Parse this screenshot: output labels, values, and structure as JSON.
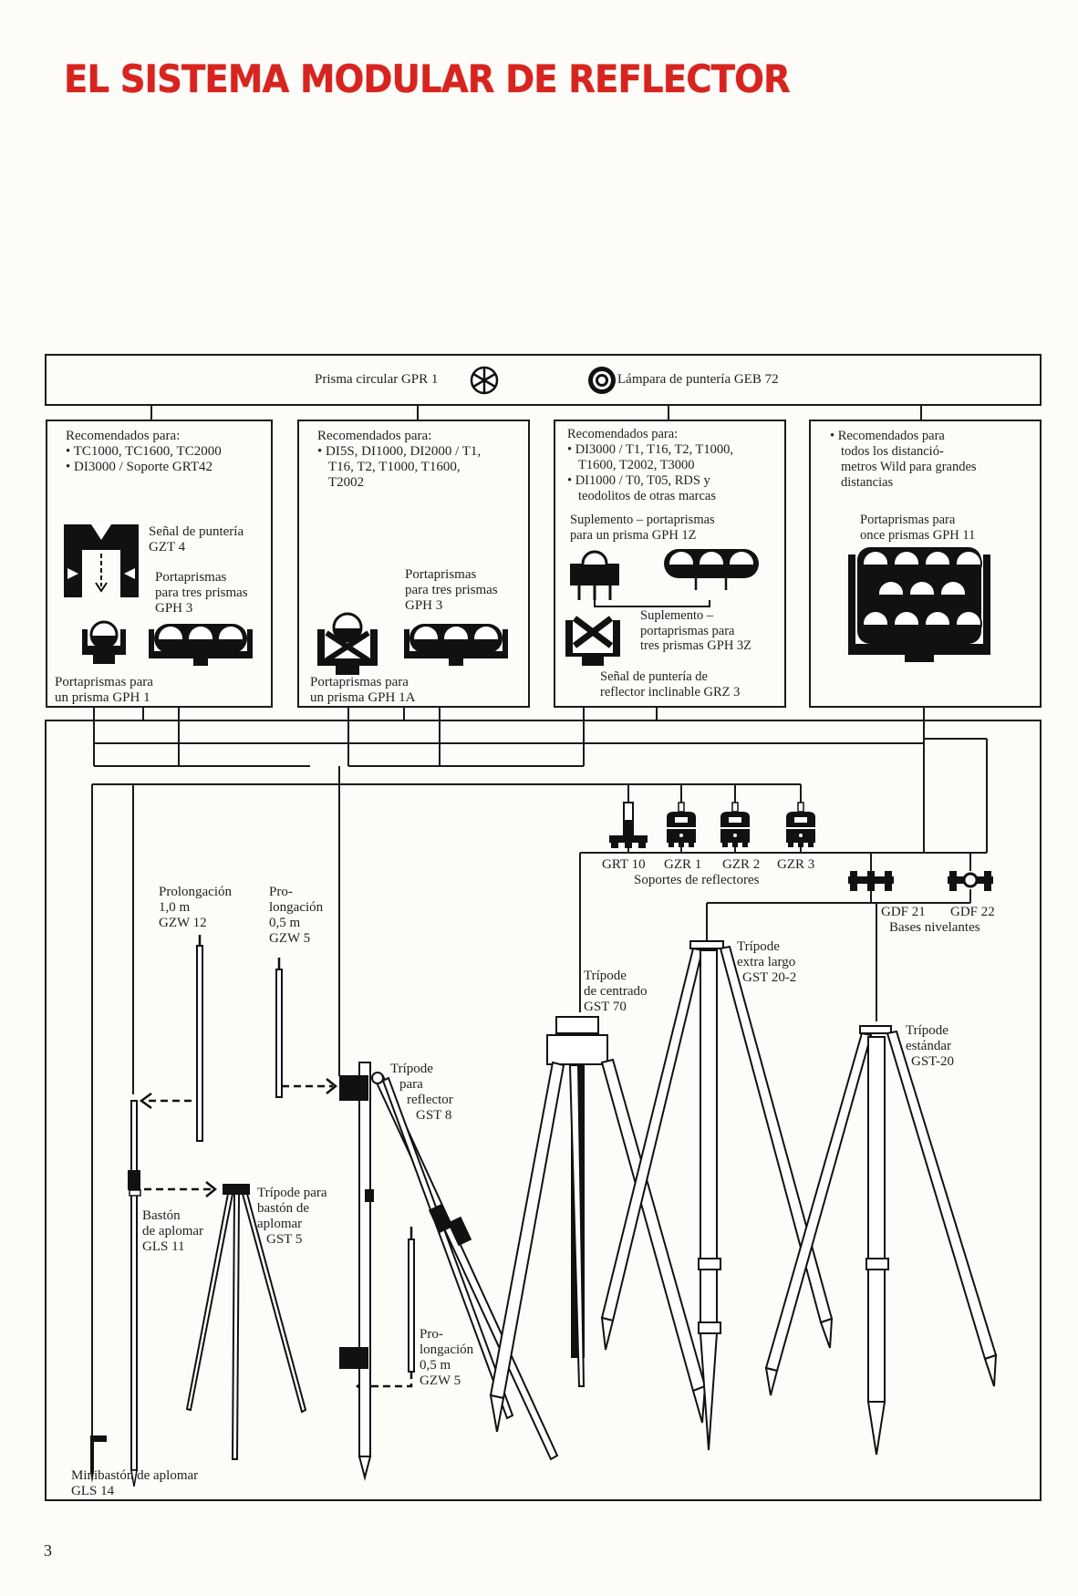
{
  "page": {
    "title": "EL SISTEMA MODULAR DE REFLECTOR",
    "page_number": "3",
    "accent_color": "#d8241e"
  },
  "top_bar": {
    "prism": {
      "label": "Prisma circular GPR 1",
      "icon": "circular-prism-icon"
    },
    "lamp": {
      "label": "Lámpara de puntería GEB 72",
      "icon": "aiming-lamp-icon"
    }
  },
  "boxes": [
    {
      "heading": "Recomendados para:",
      "bullets": [
        "TC1000, TC1600, TC2000",
        "DI3000 / Soporte GRT42"
      ],
      "items": [
        {
          "label_lines": [
            "Señal de puntería",
            "GZT 4"
          ],
          "icon": "target-plate-icon"
        },
        {
          "label_lines": [
            "Portaprismas",
            "para tres prismas",
            "GPH 3"
          ],
          "icon": "triple-prism-holder-icon"
        },
        {
          "label_lines": [
            "Portaprismas para",
            "un prisma GPH 1"
          ],
          "icon": "single-prism-holder-icon"
        }
      ]
    },
    {
      "heading": "Recomendados para:",
      "bullets": [
        "DI5S, DI1000, DI2000 / T1,",
        "T16, T2, T1000, T1600,",
        "T2002"
      ],
      "items": [
        {
          "label_lines": [
            "Portaprismas",
            "para tres prismas",
            "GPH 3"
          ],
          "icon": "triple-prism-holder-icon"
        },
        {
          "label_lines": [
            "Portaprismas para",
            "un prisma GPH 1A"
          ],
          "icon": "single-prism-holder-icon"
        }
      ]
    },
    {
      "heading": "Recomendados para:",
      "bullets": [
        "DI3000 / T1, T16, T2, T1000,",
        "T1600, T2002, T3000",
        "DI1000 / T0, T05, RDS y",
        "teodolitos de otras marcas"
      ],
      "items": [
        {
          "label_lines": [
            "Suplemento – portaprismas",
            "para un prisma GPH 1Z"
          ],
          "icon": "single-prism-supplement-icon"
        },
        {
          "label_lines": [
            "Suplemento –",
            "portaprismas para",
            "tres prismas GPH 3Z"
          ],
          "icon": "triple-prism-supplement-icon"
        },
        {
          "label_lines": [
            "Señal de puntería de",
            "reflector inclinable GRZ 3"
          ],
          "icon": "tilting-target-icon"
        }
      ]
    },
    {
      "heading": "",
      "bullets": [
        "Recomendados para",
        "todos los distanció-",
        "metros Wild para grandes",
        "distancias"
      ],
      "items": [
        {
          "label_lines": [
            "Portaprismas para",
            "once prismas GPH 11"
          ],
          "icon": "eleven-prism-holder-icon"
        }
      ]
    }
  ],
  "reflector_supports": {
    "models": [
      "GRT 10",
      "GZR 1",
      "GZR 2",
      "GZR 3"
    ],
    "caption": "Soportes de reflectores"
  },
  "tribrachs": {
    "models": [
      "GDF 21",
      "GDF 22"
    ],
    "caption": "Bases nivelantes"
  },
  "accessories": {
    "ext_1m": [
      "Prolongación",
      "1,0 m",
      "GZW 12"
    ],
    "ext_05m_a": [
      "Pro-",
      "longación",
      "0,5 m",
      "GZW 5"
    ],
    "ext_05m_b": [
      "Pro-",
      "longación",
      "0,5 m",
      "GZW 5"
    ],
    "plumb_pole": [
      "Bastón",
      "de aplomar",
      "GLS 11"
    ],
    "pole_tripod": [
      "Trípode para",
      "bastón de",
      "aplomar",
      "GST 5"
    ],
    "reflector_tripod": [
      "Trípode",
      "para",
      "reflector",
      "GST 8"
    ],
    "mini_pole": [
      "Minibastón de aplomar",
      "GLS 14"
    ],
    "centering_tripod": [
      "Trípode",
      "de centrado",
      "GST 70"
    ],
    "xl_tripod": [
      "Trípode",
      "extra largo",
      "GST 20-2"
    ],
    "std_tripod": [
      "Trípode",
      "estándar",
      "GST-20"
    ]
  }
}
